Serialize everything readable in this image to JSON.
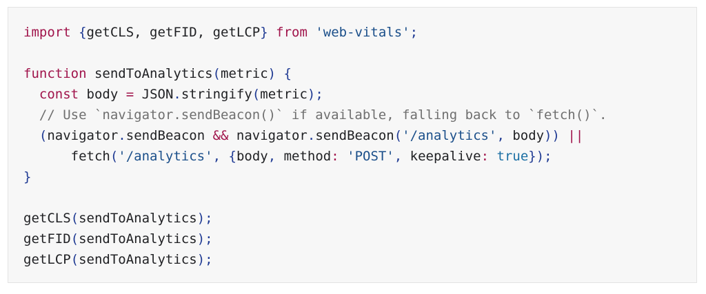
{
  "code": {
    "language": "javascript",
    "colors": {
      "background": "#f7f7f7",
      "border": "#e3e3e3",
      "keyword": "#a0144b",
      "string": "#1b4f8a",
      "punctuation": "#1f3a93",
      "comment": "#6f6f6f",
      "boolean": "#1a6ea3",
      "text": "#202124"
    },
    "lines": [
      [
        [
          "kw",
          "import"
        ],
        [
          "txt",
          " "
        ],
        [
          "pun",
          "{"
        ],
        [
          "txt",
          "getCLS, getFID, getLCP"
        ],
        [
          "pun",
          "}"
        ],
        [
          "txt",
          " "
        ],
        [
          "kw",
          "from"
        ],
        [
          "txt",
          " "
        ],
        [
          "str",
          "'web-vitals'"
        ],
        [
          "pun",
          ";"
        ]
      ],
      [],
      [
        [
          "kw",
          "function"
        ],
        [
          "txt",
          " sendToAnalytics"
        ],
        [
          "pun",
          "("
        ],
        [
          "txt",
          "metric"
        ],
        [
          "pun",
          ")"
        ],
        [
          "txt",
          " "
        ],
        [
          "pun",
          "{"
        ]
      ],
      [
        [
          "txt",
          "  "
        ],
        [
          "kw",
          "const"
        ],
        [
          "txt",
          " body "
        ],
        [
          "kw",
          "="
        ],
        [
          "txt",
          " JSON"
        ],
        [
          "pun",
          "."
        ],
        [
          "txt",
          "stringify"
        ],
        [
          "pun",
          "("
        ],
        [
          "txt",
          "metric"
        ],
        [
          "pun",
          ")"
        ],
        [
          "pun",
          ";"
        ]
      ],
      [
        [
          "cmt",
          "  // Use `navigator.sendBeacon()` if available, falling back to `fetch()`."
        ]
      ],
      [
        [
          "txt",
          "  "
        ],
        [
          "pun",
          "("
        ],
        [
          "txt",
          "navigator"
        ],
        [
          "pun",
          "."
        ],
        [
          "txt",
          "sendBeacon "
        ],
        [
          "kw",
          "&&"
        ],
        [
          "txt",
          " navigator"
        ],
        [
          "pun",
          "."
        ],
        [
          "txt",
          "sendBeacon"
        ],
        [
          "pun",
          "("
        ],
        [
          "str",
          "'/analytics'"
        ],
        [
          "pun",
          ","
        ],
        [
          "txt",
          " body"
        ],
        [
          "pun",
          "))"
        ],
        [
          "txt",
          " "
        ],
        [
          "kw",
          "||"
        ]
      ],
      [
        [
          "txt",
          "      fetch"
        ],
        [
          "pun",
          "("
        ],
        [
          "str",
          "'/analytics'"
        ],
        [
          "pun",
          ","
        ],
        [
          "txt",
          " "
        ],
        [
          "pun",
          "{"
        ],
        [
          "txt",
          "body"
        ],
        [
          "pun",
          ","
        ],
        [
          "txt",
          " method"
        ],
        [
          "kw",
          ":"
        ],
        [
          "txt",
          " "
        ],
        [
          "str",
          "'POST'"
        ],
        [
          "pun",
          ","
        ],
        [
          "txt",
          " keepalive"
        ],
        [
          "kw",
          ":"
        ],
        [
          "txt",
          " "
        ],
        [
          "bool",
          "true"
        ],
        [
          "pun",
          "});"
        ]
      ],
      [
        [
          "pun",
          "}"
        ]
      ],
      [],
      [
        [
          "txt",
          "getCLS"
        ],
        [
          "pun",
          "("
        ],
        [
          "txt",
          "sendToAnalytics"
        ],
        [
          "pun",
          ")"
        ],
        [
          "pun",
          ";"
        ]
      ],
      [
        [
          "txt",
          "getFID"
        ],
        [
          "pun",
          "("
        ],
        [
          "txt",
          "sendToAnalytics"
        ],
        [
          "pun",
          ")"
        ],
        [
          "pun",
          ";"
        ]
      ],
      [
        [
          "txt",
          "getLCP"
        ],
        [
          "pun",
          "("
        ],
        [
          "txt",
          "sendToAnalytics"
        ],
        [
          "pun",
          ")"
        ],
        [
          "pun",
          ";"
        ]
      ]
    ]
  }
}
